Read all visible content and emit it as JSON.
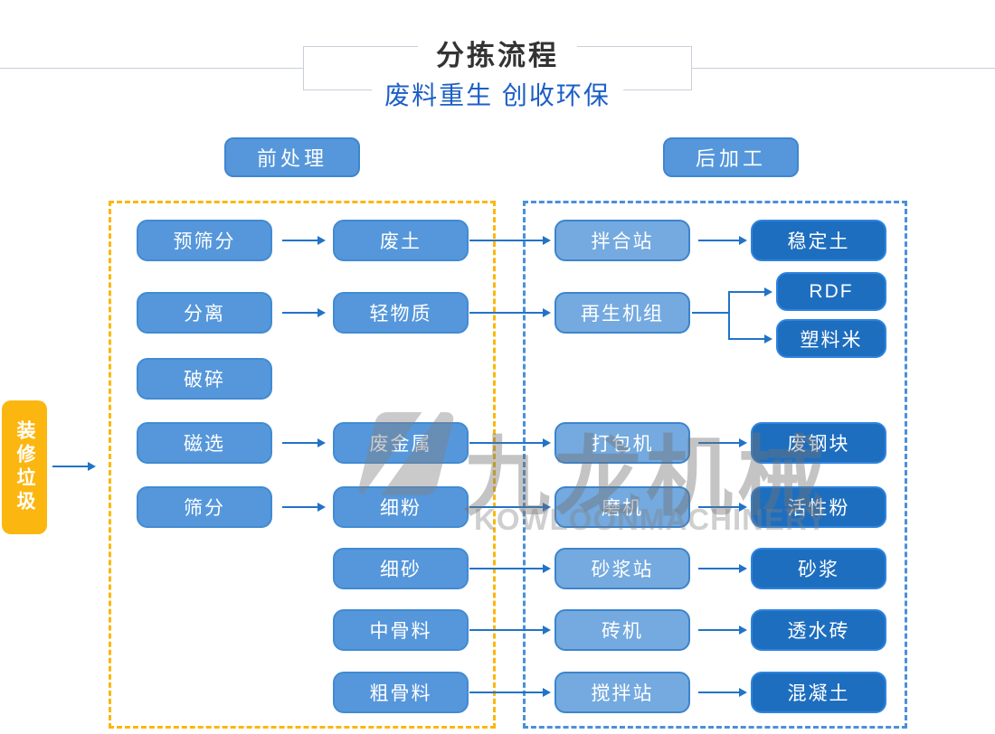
{
  "header": {
    "title": "分拣流程",
    "subtitle": "废料重生 创收环保"
  },
  "stages": {
    "pre_label": "前处理",
    "post_label": "后加工"
  },
  "source": {
    "label": "装修垃圾"
  },
  "watermark": {
    "brand_cn": "九龙机械",
    "brand_en": "KOWLOONMACHINERY"
  },
  "colors": {
    "node_mid_blue": "#5697DB",
    "node_light_blue": "#74AADF",
    "node_dark_blue": "#1E6EBF",
    "arrow_blue": "#2273C8",
    "zone_dashed_yellow": "#FBB70C",
    "zone_dashed_blue": "#4A90D9",
    "source_yellow": "#FCB610",
    "subtitle_blue": "#1C5FC6"
  },
  "nodes": {
    "pre_screen": "预筛分",
    "waste_soil": "废土",
    "mixing_station": "拌合站",
    "stabilized_soil": "稳定土",
    "separation": "分离",
    "light_material": "轻物质",
    "regen_unit": "再生机组",
    "rdf": "RDF",
    "plastic_pellets": "塑料米",
    "crushing": "破碎",
    "magnetic_separation": "磁选",
    "scrap_metal": "废金属",
    "baler": "打包机",
    "scrap_steel": "废钢块",
    "screening": "筛分",
    "fine_powder": "细粉",
    "mill": "磨机",
    "active_powder": "活性粉",
    "fine_sand": "细砂",
    "mortar_station": "砂浆站",
    "mortar": "砂浆",
    "medium_aggregate": "中骨料",
    "brick_machine": "砖机",
    "permeable_brick": "透水砖",
    "coarse_aggregate": "粗骨料",
    "concrete_mixing_plant": "搅拌站",
    "concrete": "混凝土"
  }
}
